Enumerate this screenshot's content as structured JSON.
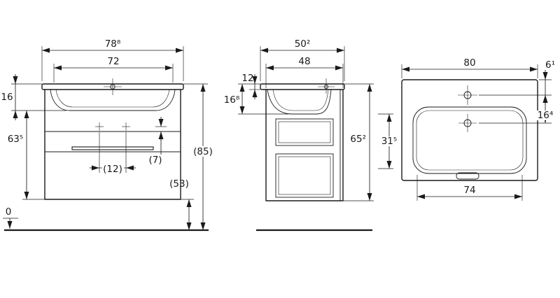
{
  "drawing": {
    "type": "technical-dimension-drawing",
    "subject": "wall-hung vanity cabinet with washbasin, three orthographic views",
    "colors": {
      "background": "#ffffff",
      "line": "#1a1a1a"
    },
    "front": {
      "w_total": "78⁸",
      "w_inner": "72",
      "h_basin": "16",
      "h_cabinet": "63⁵",
      "zero": "0",
      "handle_cc": "(12)",
      "handle_gap": "(7)",
      "h_top": "(85)",
      "h_bottom": "(53)"
    },
    "side": {
      "d_total": "50²",
      "d_cab": "48",
      "rim": "12",
      "basin_h": "16⁸",
      "unit_h": "65²",
      "inner_h": "31⁵"
    },
    "top": {
      "w": "80",
      "tap": "6¹",
      "overflow": "16⁴",
      "bowl_w": "74"
    }
  }
}
